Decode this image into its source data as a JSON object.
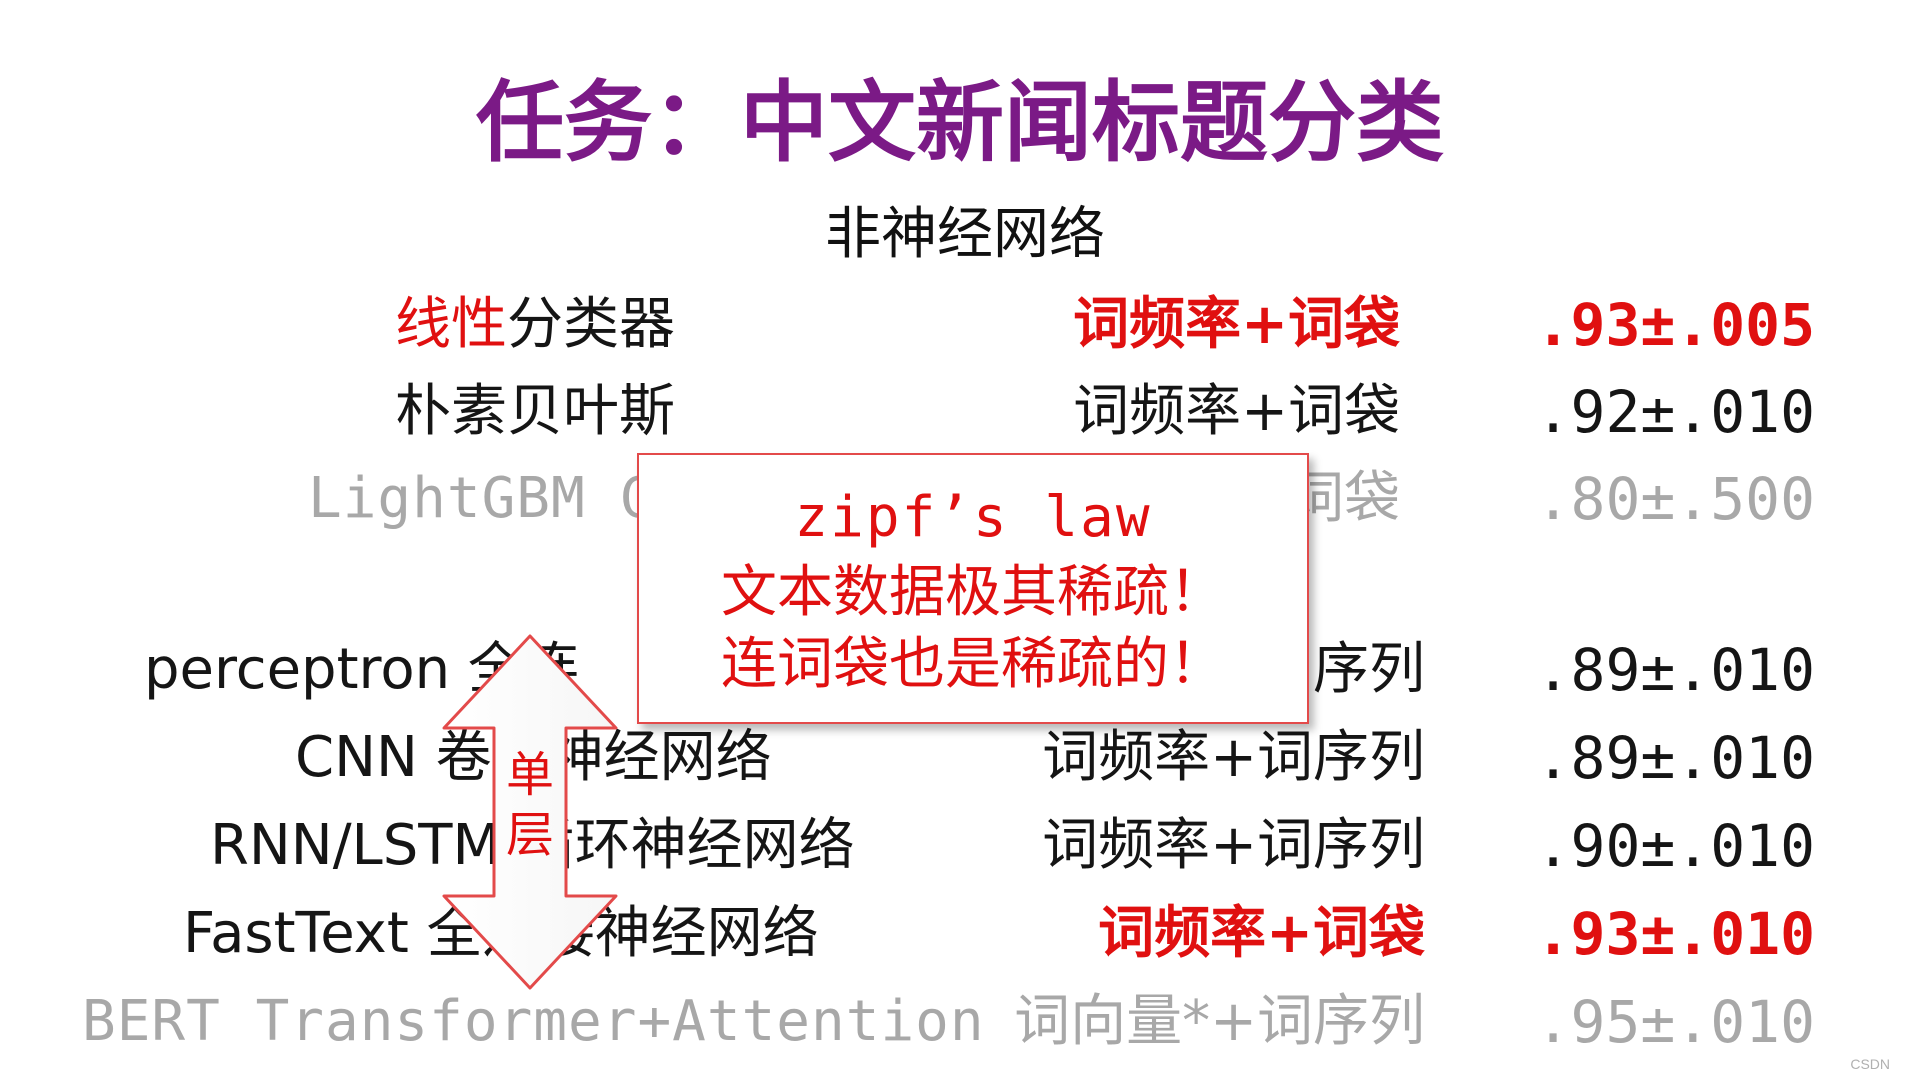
{
  "slide": {
    "title": "任务：中文新闻标题分类",
    "section_label": "非神经网络",
    "rows_non_nn": [
      {
        "method_emph": "线性",
        "method_rest": "分类器",
        "feature": "词频率+词袋",
        "score": ".93±.005"
      },
      {
        "method_emph": "",
        "method_rest": "朴素贝叶斯",
        "feature": "词频率+词袋",
        "score": ".92±.010"
      },
      {
        "method_emph": "",
        "method_rest": "LightGBM G",
        "feature": "词袋",
        "score": ".80±.500"
      }
    ],
    "rows_nn": [
      {
        "method": "perceptron 全连",
        "feature": "词序列",
        "score": ".89±.010"
      },
      {
        "method": "CNN 卷积神经网络",
        "feature": "词频率+词序列",
        "score": ".89±.010"
      },
      {
        "method": "RNN/LSTM 循环神经网络",
        "feature": "词频率+词序列",
        "score": ".90±.010"
      },
      {
        "method": "FastText 全连接神经网络",
        "feature": "词频率+词袋",
        "score": ".93±.010"
      },
      {
        "method": "BERT Transformer+Attention",
        "feature": "词向量*+词序列",
        "score": ".95±.010"
      }
    ],
    "arrow_label": "单层",
    "callout": {
      "line1": "zipf’s law",
      "line2": "文本数据极其稀疏！",
      "line3": "连词袋也是稀疏的！"
    },
    "watermark": "CSDN"
  },
  "colors": {
    "title": "#7b1a86",
    "emphasis": "#e01010",
    "muted": "#a8a8a8",
    "text": "#151515"
  }
}
